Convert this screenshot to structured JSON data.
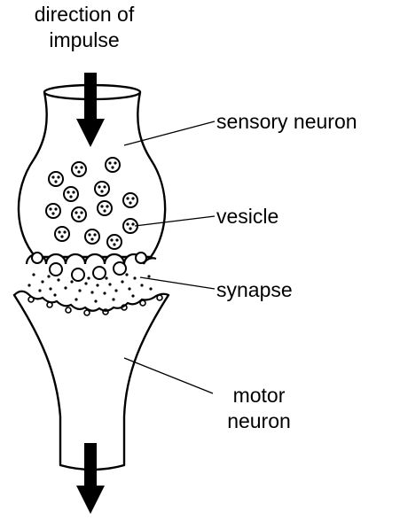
{
  "title": {
    "line1": "direction of",
    "line2": "impulse"
  },
  "labels": {
    "sensory_neuron": "sensory neuron",
    "vesicle": "vesicle",
    "synapse": "synapse",
    "motor_neuron_line1": "motor",
    "motor_neuron_line2": "neuron"
  },
  "colors": {
    "stroke": "#000000",
    "fill": "#ffffff"
  },
  "icons": {
    "impulse_in": "arrow-down-icon",
    "impulse_out": "arrow-down-icon"
  }
}
